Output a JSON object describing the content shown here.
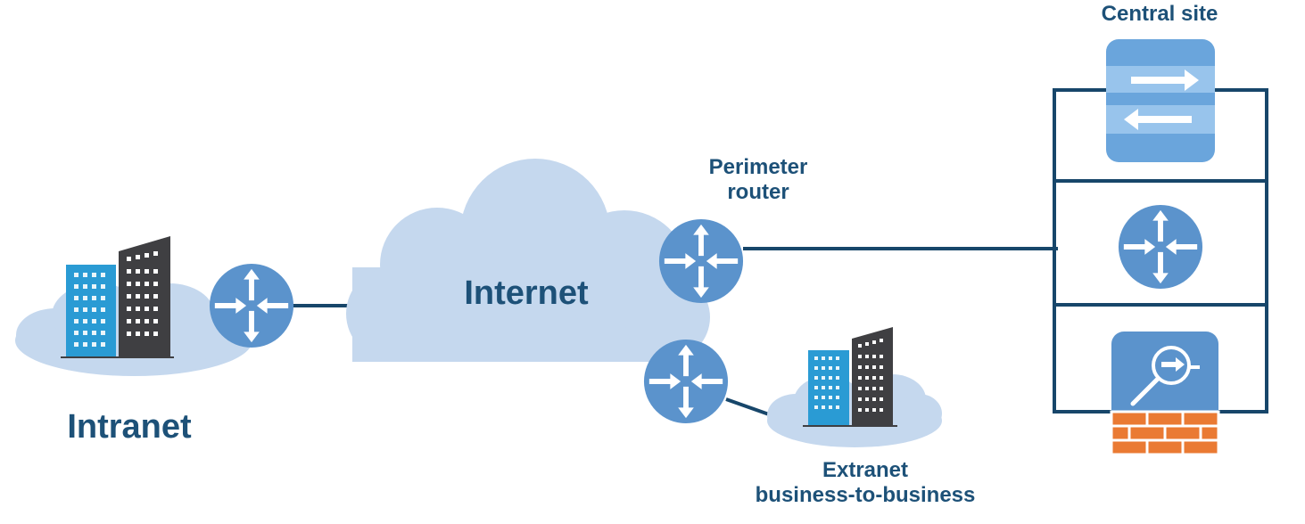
{
  "labels": {
    "intranet": "Intranet",
    "internet": "Internet",
    "perimeter_router_line1": "Perimeter",
    "perimeter_router_line2": "router",
    "central_site": "Central site",
    "extranet_line1": "Extranet",
    "extranet_line2": "business-to-business"
  },
  "icons": {
    "router": "router-icon",
    "switch": "switch-icon",
    "firewall": "firewall-icon",
    "building": "building-icon",
    "cloud": "cloud-icon"
  },
  "colors": {
    "text": "#1d5178",
    "link": "#17466a",
    "router": "#5b93cc",
    "cloud": "#c5d8ee",
    "building_blue": "#2a9bd4",
    "building_dark": "#3f3f42",
    "firewall_brick": "#ea7a33",
    "switch": "#6aa5dc"
  }
}
